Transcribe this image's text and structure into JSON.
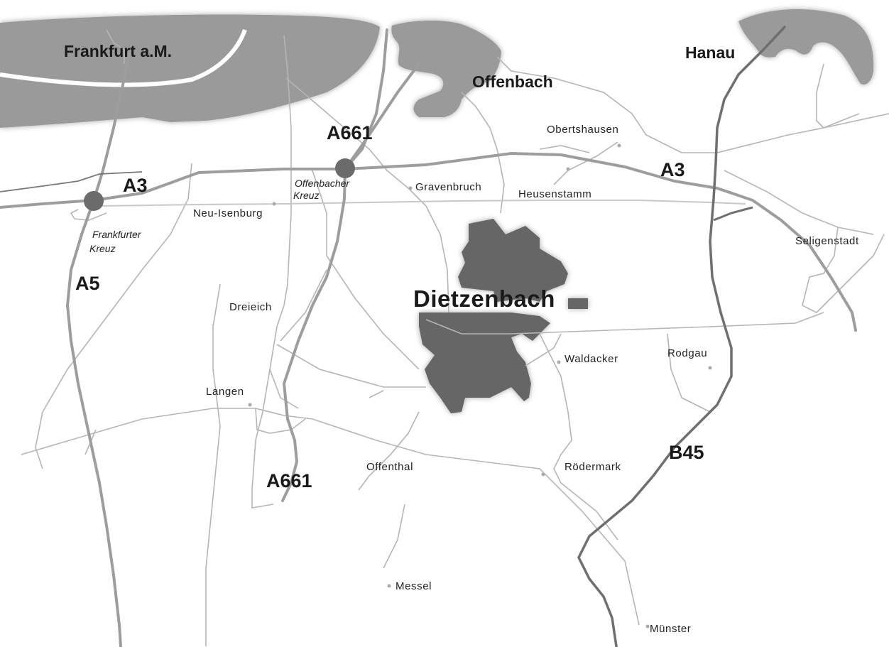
{
  "map": {
    "cities": {
      "frankfurt": "Frankfurt a.M.",
      "offenbach": "Offenbach",
      "hanau": "Hanau",
      "dietzenbach": "Dietzenbach"
    },
    "roads": {
      "a661_north": "A661",
      "a661_south": "A661",
      "a3_west": "A3",
      "a3_east": "A3",
      "a5": "A5",
      "b45": "B45"
    },
    "junctions": {
      "frankfurter_kreuz_1": "Frankfurter",
      "frankfurter_kreuz_2": "Kreuz",
      "offenbacher_kreuz_1": "Offenbacher",
      "offenbacher_kreuz_2": "Kreuz"
    },
    "towns": {
      "obertshausen": "Obertshausen",
      "gravenbruch": "Gravenbruch",
      "heusenstamm": "Heusenstamm",
      "neu_isenburg": "Neu-Isenburg",
      "seligenstadt": "Seligenstadt",
      "dreieich": "Dreieich",
      "waldacker": "Waldacker",
      "rodgau": "Rodgau",
      "langen": "Langen",
      "offenthal": "Offenthal",
      "roedermark": "Rödermark",
      "messel": "Messel",
      "muenster": "Münster"
    },
    "colors": {
      "urban_area": "#9a9a9a",
      "dietzenbach_area": "#666666",
      "autobahn": "#9d9d9d",
      "b45": "#6f6f6f",
      "minor_road": "#b5b5b5",
      "junction_marker": "#6b6b6b"
    }
  }
}
